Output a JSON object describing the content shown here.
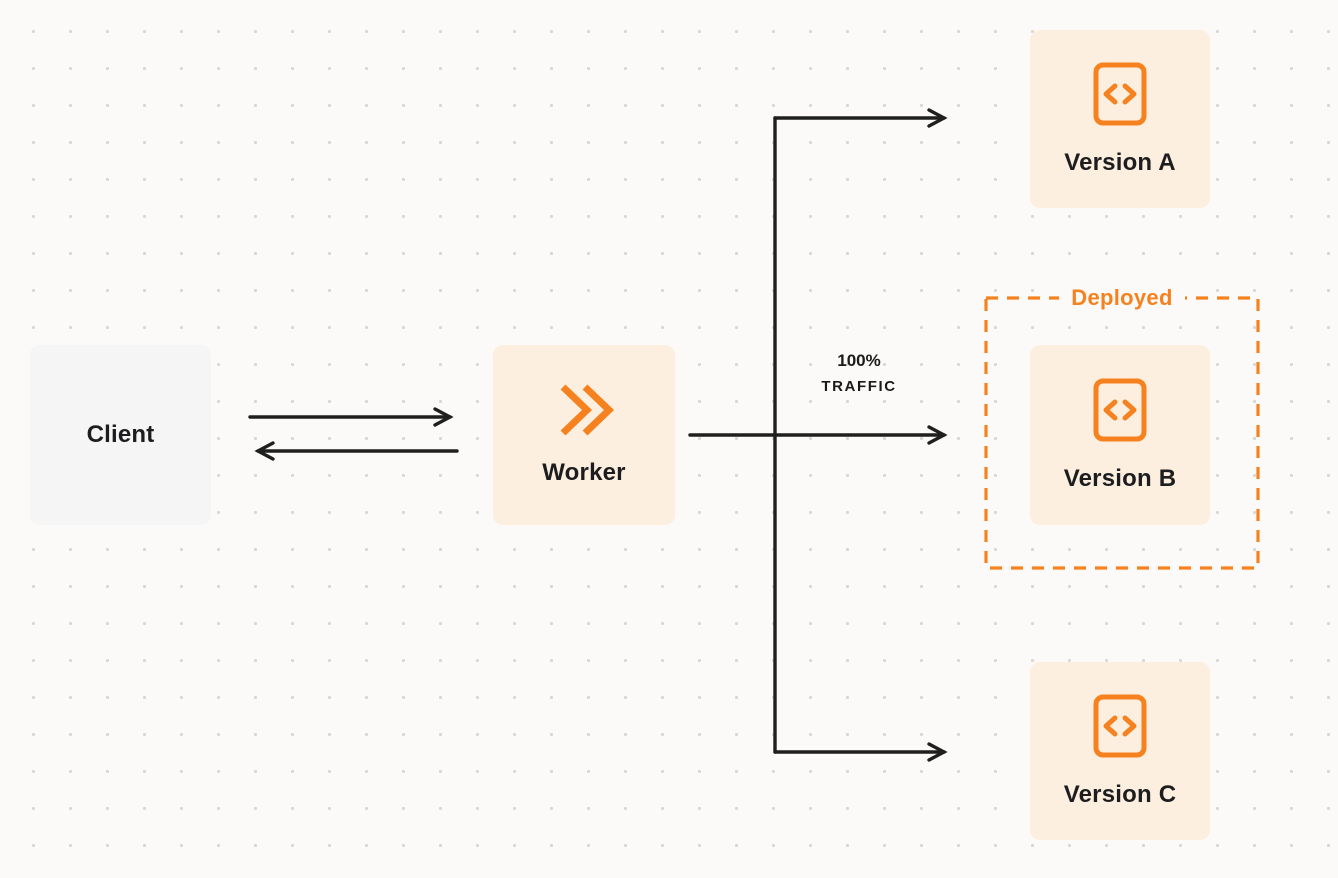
{
  "diagram": {
    "client": {
      "label": "Client"
    },
    "worker": {
      "label": "Worker"
    },
    "traffic": {
      "percent": "100%",
      "label": "TRAFFIC"
    },
    "deployed": {
      "label": "Deployed"
    },
    "versions": [
      {
        "id": "version-a",
        "label": "Version A"
      },
      {
        "id": "version-b",
        "label": "Version B",
        "deployed": true
      },
      {
        "id": "version-c",
        "label": "Version C"
      }
    ],
    "edges": [
      {
        "from": "Client",
        "to": "Worker",
        "style": "bidirectional"
      },
      {
        "from": "Worker",
        "to": "Version A"
      },
      {
        "from": "Worker",
        "to": "Version B",
        "label": "100% TRAFFIC"
      },
      {
        "from": "Worker",
        "to": "Version C"
      }
    ],
    "icons": {
      "worker": "workers-chevrons-icon",
      "version": "code-brackets-icon"
    },
    "colors": {
      "accent_orange": "#F6821F",
      "node_fill_cream": "#FCEFDF",
      "client_fill_gray": "#F5F5F6",
      "arrow_dark": "#1F1F1F",
      "background": "#FBFAF8",
      "dot_gray": "#DBD8D3",
      "text_dark": "#1D1D1F"
    }
  }
}
